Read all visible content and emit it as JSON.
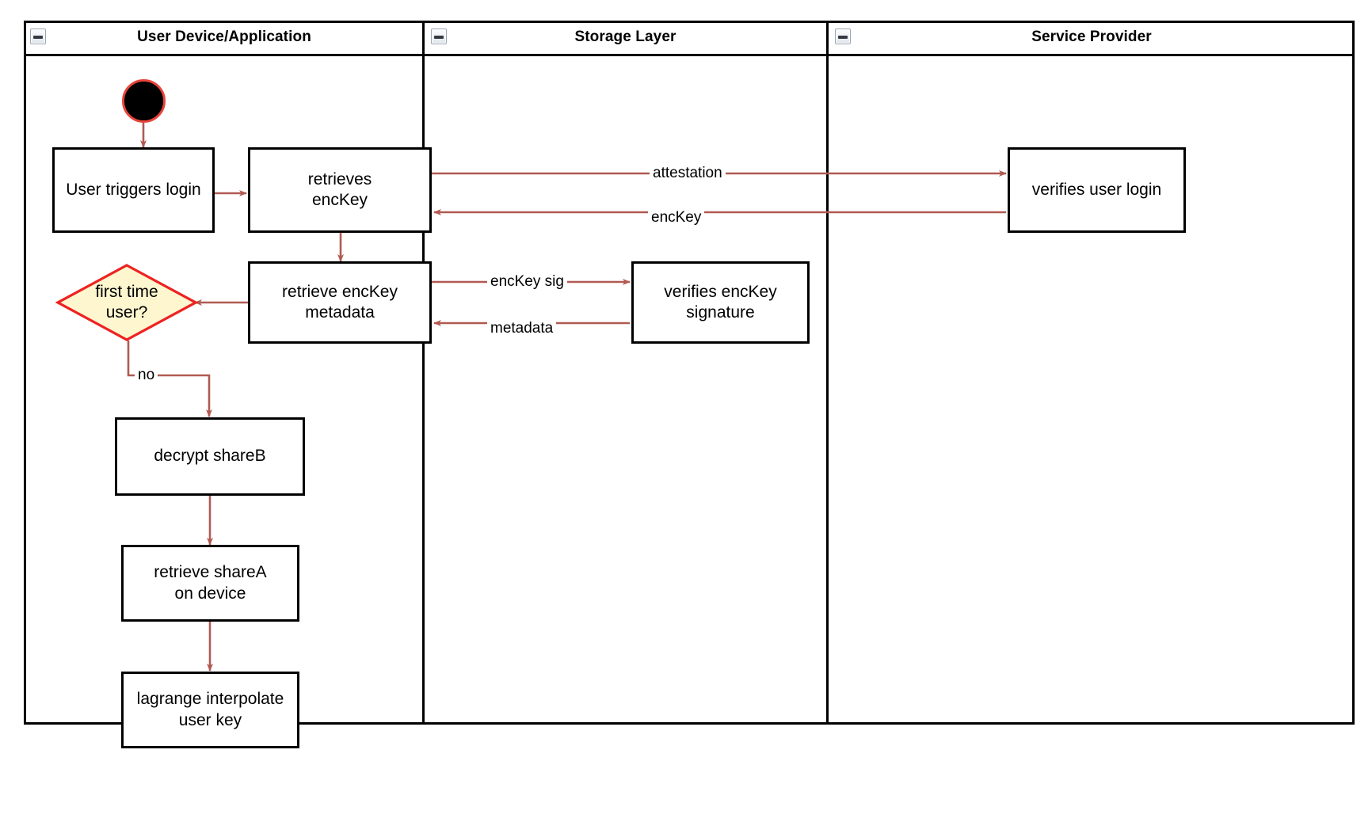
{
  "diagram": {
    "type": "swimlane-activity-diagram",
    "lanes": [
      {
        "title": "User Device/Application",
        "collapse_icon": "minus-box-icon"
      },
      {
        "title": "Storage Layer",
        "collapse_icon": "minus-box-icon"
      },
      {
        "title": "Service Provider",
        "collapse_icon": "minus-box-icon"
      }
    ],
    "nodes": [
      {
        "id": "start",
        "shape": "start-circle",
        "label": ""
      },
      {
        "id": "trigger",
        "shape": "rect",
        "label": "User triggers login"
      },
      {
        "id": "retrieves",
        "shape": "rect",
        "label": "retrieves\nencKey"
      },
      {
        "id": "metadata",
        "shape": "rect",
        "label": "retrieve encKey\nmetadata"
      },
      {
        "id": "firsttime",
        "shape": "diamond",
        "label": "first time\nuser?"
      },
      {
        "id": "decrypt",
        "shape": "rect",
        "label": "decrypt shareB"
      },
      {
        "id": "sharea",
        "shape": "rect",
        "label": "retrieve shareA\non device"
      },
      {
        "id": "lagrange",
        "shape": "rect",
        "label": "lagrange interpolate\nuser key"
      },
      {
        "id": "verifysig",
        "shape": "rect",
        "label": "verifies encKey\nsignature"
      },
      {
        "id": "verifylogin",
        "shape": "rect",
        "label": "verifies user login"
      }
    ],
    "edges": [
      {
        "from": "start",
        "to": "trigger",
        "label": ""
      },
      {
        "from": "trigger",
        "to": "retrieves",
        "label": ""
      },
      {
        "from": "retrieves",
        "to": "verifylogin",
        "label": "attestation"
      },
      {
        "from": "verifylogin",
        "to": "retrieves",
        "label": "encKey"
      },
      {
        "from": "retrieves",
        "to": "metadata",
        "label": ""
      },
      {
        "from": "metadata",
        "to": "verifysig",
        "label": "encKey sig"
      },
      {
        "from": "verifysig",
        "to": "metadata",
        "label": "metadata"
      },
      {
        "from": "metadata",
        "to": "firsttime",
        "label": ""
      },
      {
        "from": "firsttime",
        "to": "decrypt",
        "label": "no"
      },
      {
        "from": "decrypt",
        "to": "sharea",
        "label": ""
      },
      {
        "from": "sharea",
        "to": "lagrange",
        "label": ""
      }
    ],
    "colors": {
      "edge": "#b05a52",
      "node_border": "#000000",
      "node_fill": "#ffffff",
      "decision_fill": "#fdf6cf",
      "decision_border": "#ee2222",
      "start_fill": "#000000",
      "start_border": "#e8443a",
      "frame": "#000000",
      "background": "#ffffff"
    }
  }
}
